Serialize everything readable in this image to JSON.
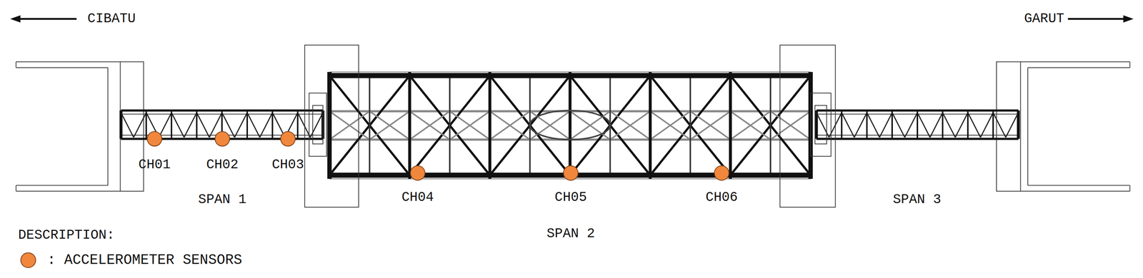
{
  "diagram": {
    "labels": [
      "CIBATU",
      "GARUT",
      "CH01",
      "CH02",
      "CH03",
      "CH04",
      "CH05",
      "CH06",
      "SPAN 1",
      "SPAN 2",
      "SPAN 3",
      "DESCRIPTION:"
    ],
    "legend": [
      {
        "text": ": ACCELEROMETER SENSORS",
        "color": "#f0873c"
      }
    ]
  }
}
